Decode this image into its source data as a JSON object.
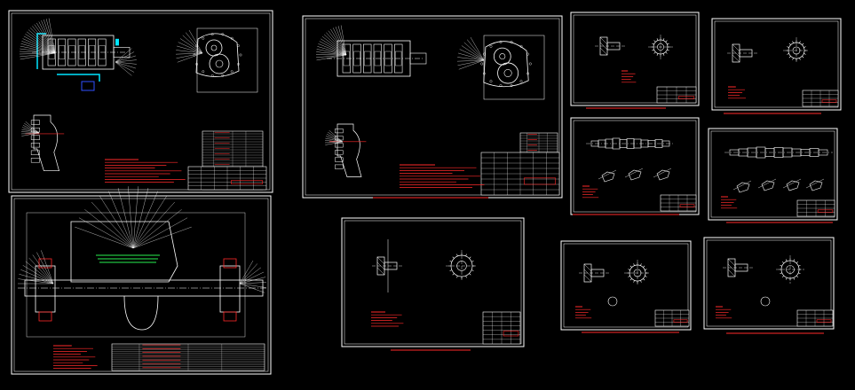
{
  "app": {
    "view": "cad-model-space",
    "background": "#000000"
  },
  "colors": {
    "sheet": "#ffffff",
    "annotation": "#ff2a2a",
    "hatch": "#00e5ff",
    "gear": "#20c040",
    "blue": "#3050ff"
  },
  "sheets": [
    {
      "id": "assembly-top-left",
      "caption": ""
    },
    {
      "id": "assembly-large",
      "caption": ""
    },
    {
      "id": "assembly-center",
      "caption": ""
    },
    {
      "id": "part-center-bottom",
      "caption": ""
    },
    {
      "id": "part-r1c1",
      "caption": ""
    },
    {
      "id": "part-r1c2",
      "caption": ""
    },
    {
      "id": "shaft-r2c1",
      "caption": ""
    },
    {
      "id": "shaft-r2c2",
      "caption": ""
    },
    {
      "id": "part-r3c1",
      "caption": ""
    },
    {
      "id": "part-r3c2",
      "caption": ""
    }
  ]
}
